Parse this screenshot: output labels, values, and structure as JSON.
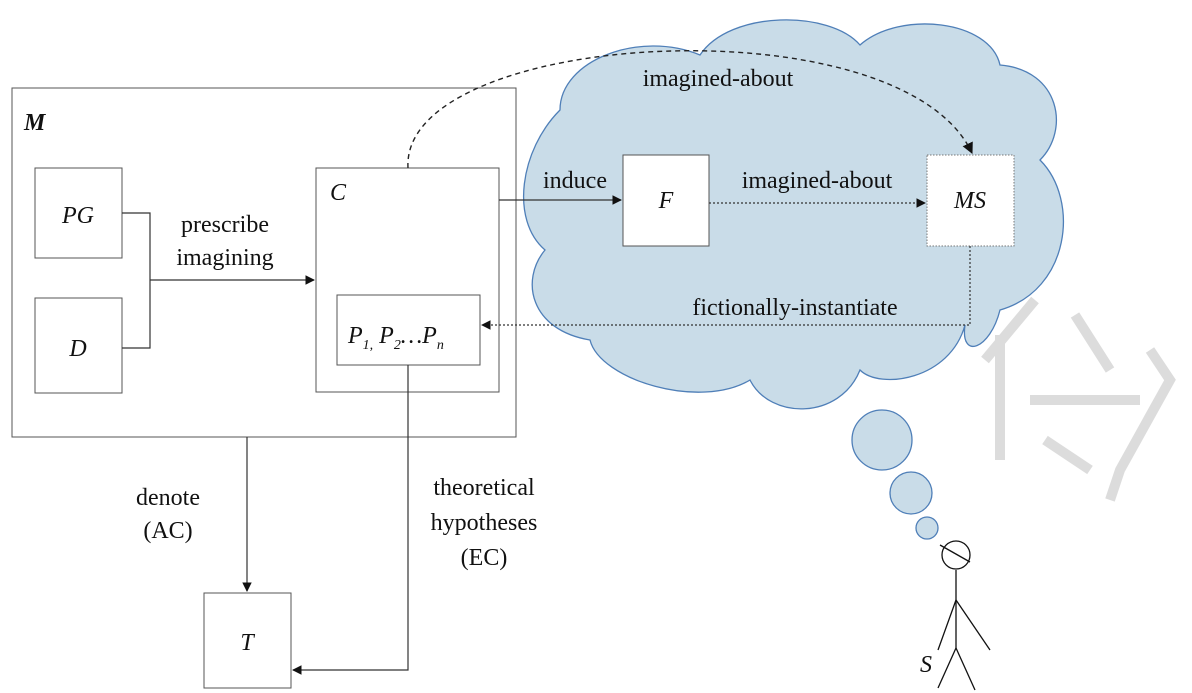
{
  "labels": {
    "M": "M",
    "PG": "PG",
    "D": "D",
    "C": "C",
    "F": "F",
    "MS": "MS",
    "T": "T",
    "S": "S",
    "P": {
      "p1": "P",
      "s1": "1,",
      "p2": " P",
      "s2": "2",
      "dots": "…P",
      "sn": "n"
    }
  },
  "edges": {
    "prescribe_1": "prescribe",
    "prescribe_2": "imagining",
    "induce": "induce",
    "imagined_about_top": "imagined-about",
    "imagined_about_mid": "imagined-about",
    "fictionally_instantiate": "fictionally-instantiate",
    "denote_1": "denote",
    "denote_2": "(AC)",
    "theo_1": "theoretical",
    "theo_2": "hypotheses",
    "theo_3": "(EC)"
  },
  "colors": {
    "cloud_fill": "#c9dce8",
    "cloud_stroke": "#4f7fb8",
    "box_stroke": "#555555",
    "watermark": "#dcdcdc"
  }
}
